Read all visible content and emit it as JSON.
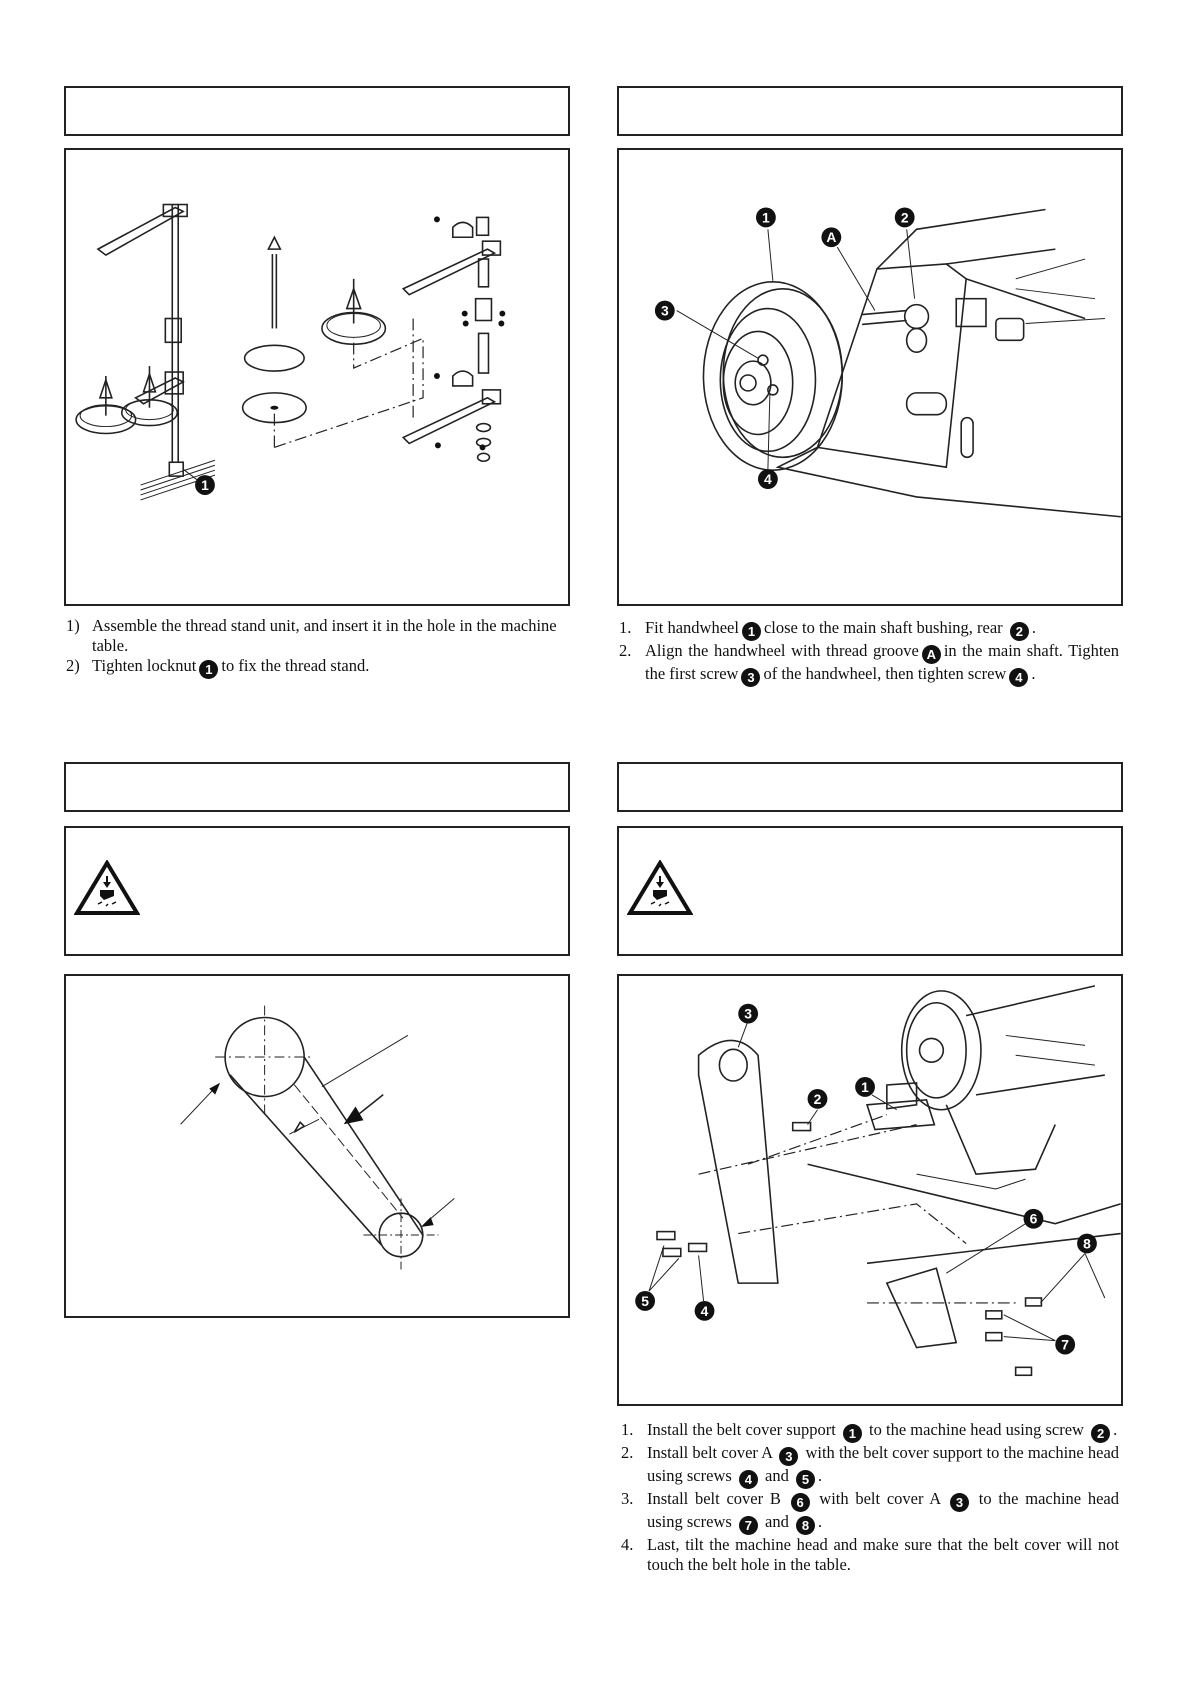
{
  "sections": {
    "thread_stand": {
      "steps": [
        {
          "num": "1)",
          "text": "Assemble the thread stand unit, and insert it in the hole in the machine table."
        },
        {
          "num": "2)",
          "pre": "Tighten locknut",
          "badge": "1",
          "post": "to fix the thread stand."
        }
      ],
      "figure_labels": {
        "locknut": "1"
      }
    },
    "handwheel": {
      "steps": [
        {
          "num": "1.",
          "pre": "Fit handwheel",
          "badge": "1",
          "mid": "close to the main shaft bushing, rear",
          "badge2": "2",
          "post": "."
        },
        {
          "num": "2.",
          "pre": "Align the handwheel with thread groove",
          "badge": "A",
          "mid": "in the main shaft.  Tighten the first screw",
          "badge2": "3",
          "mid2": "of the handwheel, then tighten screw",
          "badge3": "4",
          "post": "."
        }
      ],
      "figure_labels": {
        "handwheel": "1",
        "bushing": "2",
        "groove": "A",
        "screw_first": "3",
        "screw_second": "4"
      }
    },
    "belt_cover": {
      "steps": [
        {
          "num": "1.",
          "pre": "Install the belt cover support",
          "badge": "1",
          "mid": "to the machine head using screw",
          "badge2": "2",
          "post": "."
        },
        {
          "num": "2.",
          "pre": "Install belt cover A",
          "badge": "3",
          "mid": "with the belt cover support to the machine head using screws",
          "badge2": "4",
          "mid2": "and",
          "badge3": "5",
          "post": "."
        },
        {
          "num": "3.",
          "pre": "Install belt cover B",
          "badge": "6",
          "mid": "with belt cover A",
          "badge2": "3",
          "mid2": "to the machine head using screws",
          "badge3": "7",
          "mid3": "and",
          "badge4": "8",
          "post": "."
        },
        {
          "num": "4.",
          "pre": "Last, tilt the machine head and make sure that the belt cover will not touch the belt hole in the table."
        }
      ],
      "figure_labels": {
        "support": "1",
        "screw_support": "2",
        "cover_a": "3",
        "screws_a1": "4",
        "screws_a2": "5",
        "cover_b": "6",
        "screws_b1": "7",
        "screws_b2": "8"
      }
    }
  },
  "icons": {
    "warning": "hand-caution-triangle-icon"
  }
}
